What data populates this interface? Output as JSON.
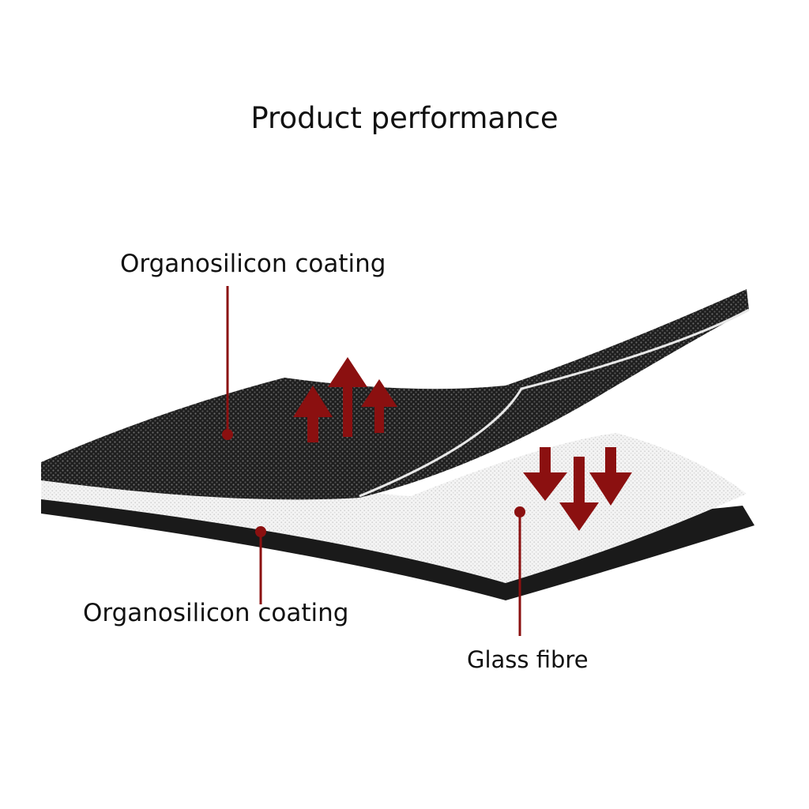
{
  "title": "Product performance",
  "labels": {
    "top_coating": "Organosilicon coating",
    "bottom_coating": "Organosilicon coating",
    "glass_fibre": "Glass fibre"
  },
  "colors": {
    "coating": "#1c1c1c",
    "fibre": "#f2f2f2",
    "arrow": "#8b1010",
    "leader": "#8b1010",
    "background": "#ffffff"
  },
  "icons": {
    "up_arrows": "arrow-up-icon",
    "down_arrows": "arrow-down-icon"
  }
}
